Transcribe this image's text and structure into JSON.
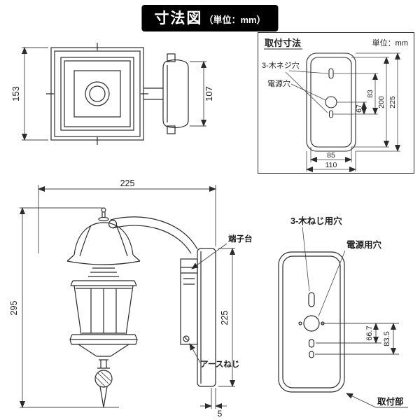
{
  "banner": {
    "title": "寸法図",
    "unit_suffix": "（単位：mm）"
  },
  "top_view": {
    "dim_height": "153",
    "dim_bracket_height": "107"
  },
  "mount_panel": {
    "title": "取付寸法",
    "unit": "単位：mm",
    "screw_hole_label": "3-木ネジ穴",
    "power_hole_label": "電源穴",
    "dim_hole_gap": "67",
    "dim_hole_span": "83",
    "dim_inner_height": "200",
    "dim_outer_height": "225",
    "dim_inner_width": "85",
    "dim_outer_width": "110"
  },
  "side_view": {
    "dim_width": "225",
    "dim_height": "295",
    "dim_plate_height": "225",
    "dim_plate_depth": "5",
    "terminal_label": "端子台",
    "earth_label": "アースねじ"
  },
  "back_view": {
    "screw_hole_label": "3-木ねじ用穴",
    "power_hole_label": "電源用穴",
    "dim_power_to_hole1": "66.7",
    "dim_power_to_hole2": "83.5",
    "mount_label": "取付部"
  }
}
